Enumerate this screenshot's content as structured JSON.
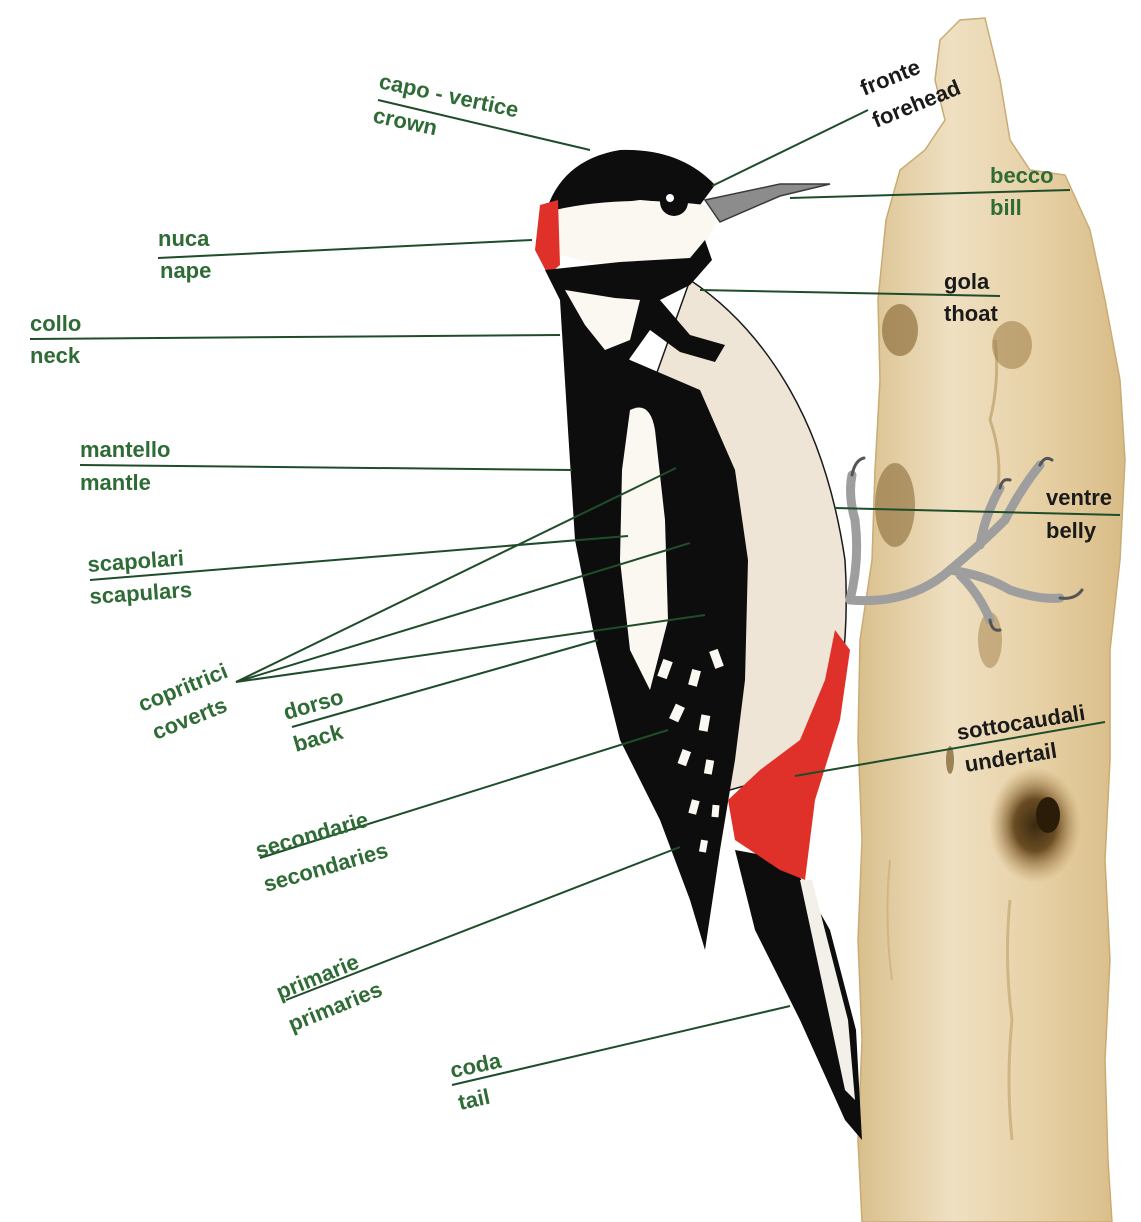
{
  "labels": {
    "crown": {
      "it": "capo - vertice",
      "en": "crown"
    },
    "forehead": {
      "it": "fronte",
      "en": "forehead"
    },
    "bill": {
      "it": "becco",
      "en": "bill"
    },
    "nape": {
      "it": "nuca",
      "en": "nape"
    },
    "throat": {
      "it": "gola",
      "en": "thoat"
    },
    "neck": {
      "it": "collo",
      "en": "neck"
    },
    "mantle": {
      "it": "mantello",
      "en": "mantle"
    },
    "belly": {
      "it": "ventre",
      "en": "belly"
    },
    "scapulars": {
      "it": "scapolari",
      "en": "scapulars"
    },
    "coverts": {
      "it": "copritrici",
      "en": "coverts"
    },
    "back": {
      "it": "dorso",
      "en": "back"
    },
    "undertail": {
      "it": "sottocaudali",
      "en": "undertail"
    },
    "secondaries": {
      "it": "secondarie",
      "en": "secondaries"
    },
    "primaries": {
      "it": "primarie",
      "en": "primaries"
    },
    "tail": {
      "it": "coda",
      "en": "tail"
    }
  },
  "colors": {
    "label_green": "#2e6b35",
    "label_dark": "#1a1a1a",
    "leader_line": "#1f4d2a",
    "bird_black": "#0d0d0d",
    "bird_white": "#fbf8f2",
    "bird_cream": "#efe5d6",
    "bird_red": "#e0302a",
    "trunk": "#e7d3ae",
    "trunk_dark": "#8a6a38",
    "feet": "#a9a9a9"
  }
}
